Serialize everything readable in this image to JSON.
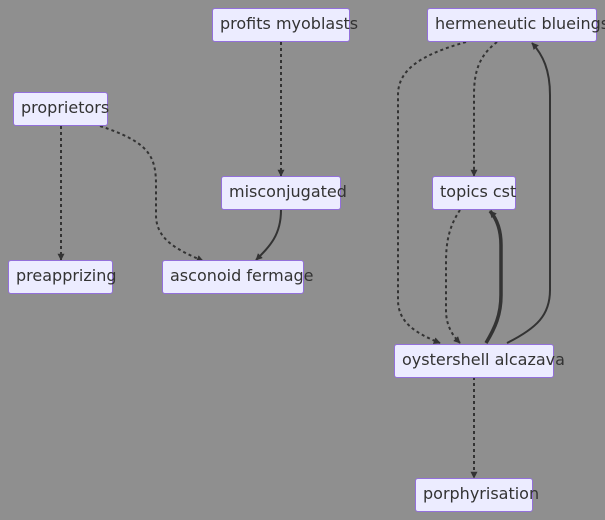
{
  "theme": {
    "background": "#8f8f8f",
    "node_fill": "#ececff",
    "node_border": "#9370db",
    "node_text": "#333333",
    "edge_color": "#333333"
  },
  "nodes": {
    "proprietors": "proprietors",
    "profits_myoblasts": "profits myoblasts",
    "hermeneutic_blueings": "hermeneutic blueings",
    "misconjugated": "misconjugated",
    "topics_cst": "topics cst",
    "preapprizing": "preapprizing",
    "asconoid_fermage": "asconoid fermage",
    "oystershell_alcazava": "oystershell alcazava",
    "porphyrisation": "porphyrisation"
  },
  "edges": [
    {
      "from": "proprietors",
      "to": "preapprizing",
      "style": "dotted"
    },
    {
      "from": "proprietors",
      "to": "asconoid_fermage",
      "style": "dotted"
    },
    {
      "from": "profits_myoblasts",
      "to": "misconjugated",
      "style": "dotted"
    },
    {
      "from": "misconjugated",
      "to": "asconoid_fermage",
      "style": "solid"
    },
    {
      "from": "hermeneutic_blueings",
      "to": "topics_cst",
      "style": "dotted"
    },
    {
      "from": "hermeneutic_blueings",
      "to": "oystershell_alcazava",
      "style": "dotted"
    },
    {
      "from": "topics_cst",
      "to": "oystershell_alcazava",
      "style": "dotted"
    },
    {
      "from": "oystershell_alcazava",
      "to": "topics_cst",
      "style": "thick"
    },
    {
      "from": "oystershell_alcazava",
      "to": "hermeneutic_blueings",
      "style": "solid"
    },
    {
      "from": "oystershell_alcazava",
      "to": "porphyrisation",
      "style": "dotted"
    }
  ]
}
